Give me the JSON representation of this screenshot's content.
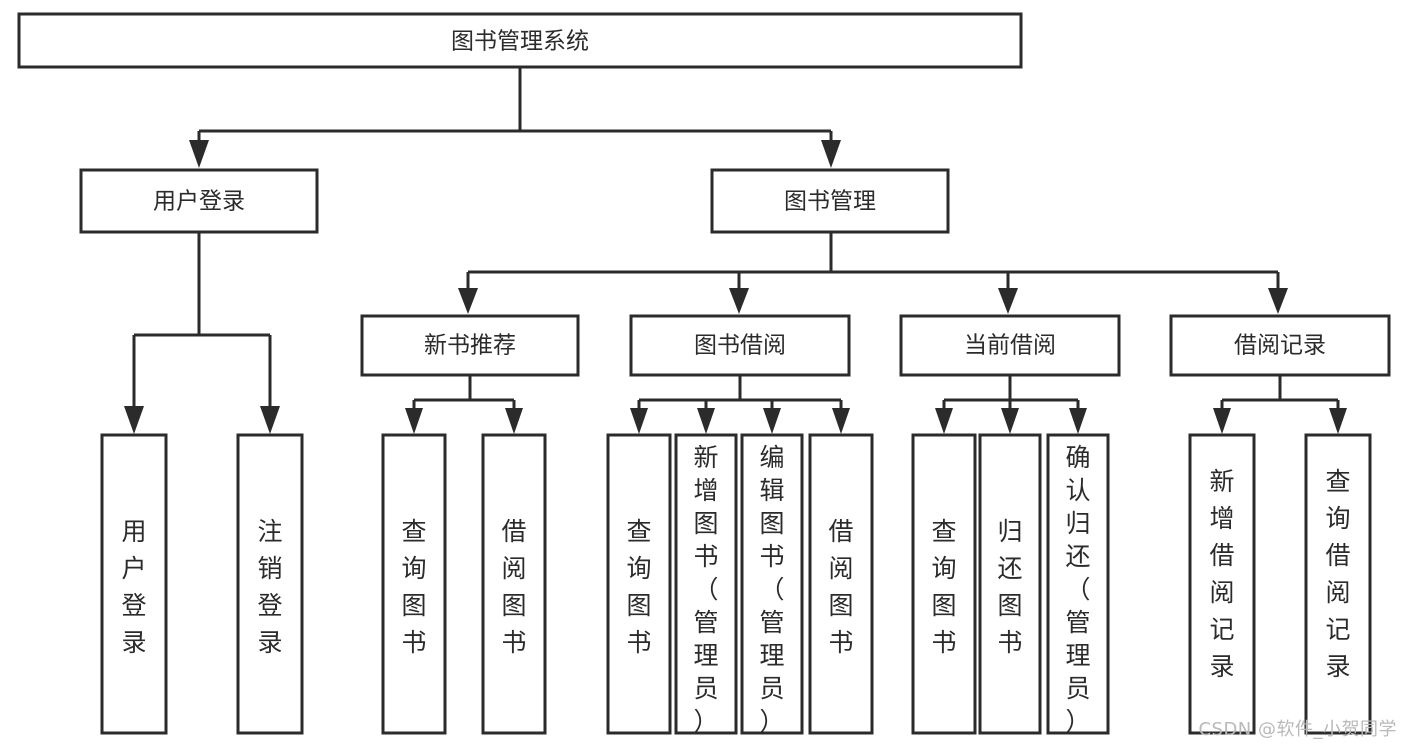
{
  "diagram": {
    "type": "tree-hierarchy",
    "title": "图书管理系统",
    "root": {
      "id": "root",
      "label": "图书管理系统"
    },
    "level2": [
      {
        "id": "user-login",
        "label": "用户登录"
      },
      {
        "id": "book-management",
        "label": "图书管理"
      }
    ],
    "level3": [
      {
        "id": "new-book-recommend",
        "label": "新书推荐",
        "parent": "book-management"
      },
      {
        "id": "book-borrow",
        "label": "图书借阅",
        "parent": "book-management"
      },
      {
        "id": "current-borrow",
        "label": "当前借阅",
        "parent": "book-management"
      },
      {
        "id": "borrow-record",
        "label": "借阅记录",
        "parent": "book-management"
      }
    ],
    "leaves": {
      "user-login": [
        {
          "id": "leaf-user-login",
          "label": "用户登录"
        },
        {
          "id": "leaf-user-logout",
          "label": "注销登录"
        }
      ],
      "new-book-recommend": [
        {
          "id": "leaf-query-book-1",
          "label": "查询图书"
        },
        {
          "id": "leaf-borrow-book-1",
          "label": "借阅图书"
        }
      ],
      "book-borrow": [
        {
          "id": "leaf-query-book-2",
          "label": "查询图书"
        },
        {
          "id": "leaf-add-book",
          "label": "新增图书（管理员）"
        },
        {
          "id": "leaf-edit-book",
          "label": "编辑图书（管理员）"
        },
        {
          "id": "leaf-borrow-book-2",
          "label": "借阅图书"
        }
      ],
      "current-borrow": [
        {
          "id": "leaf-query-book-3",
          "label": "查询图书"
        },
        {
          "id": "leaf-return-book",
          "label": "归还图书"
        },
        {
          "id": "leaf-confirm-return",
          "label": "确认归还（管理员）"
        }
      ],
      "borrow-record": [
        {
          "id": "leaf-add-record",
          "label": "新增借阅记录"
        },
        {
          "id": "leaf-query-record",
          "label": "查询借阅记录"
        }
      ]
    },
    "colors": {
      "stroke": "#2b2b2b",
      "fill": "#ffffff",
      "text": "#2b2b2b",
      "watermark": "#b9b9b9",
      "background": "#ffffff"
    }
  },
  "watermark": {
    "text": "CSDN @软件_小贺同学"
  }
}
